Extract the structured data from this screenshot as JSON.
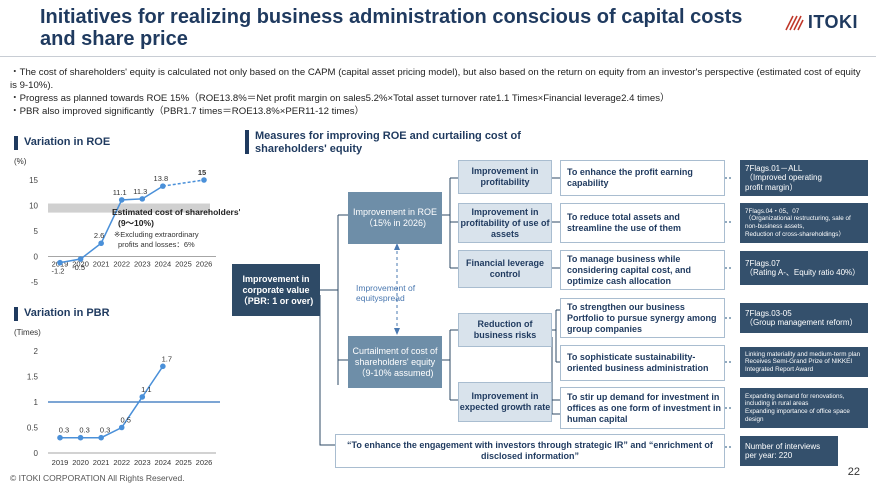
{
  "title": "Initiatives for realizing business administration conscious of capital costs and share price",
  "logo": {
    "text": "ITOKI"
  },
  "intro": [
    "・The cost of shareholders' equity is calculated not only based on the CAPM (capital asset pricing model), but also based on the return on equity from an investor's perspective (estimated cost of equity is 9-10%).",
    "・Progress as planned towards ROE 15%（ROE13.8%＝Net profit margin on sales5.2%×Total asset turnover rate1.1 Times×Financial leverage2.4 times）",
    "・PBR also improved significantly（PBR1.7 times＝ROE13.8%×PER11-12 times）"
  ],
  "roe_section": {
    "heading": "Variation in ROE",
    "unit": "(%)"
  },
  "pbr_section": {
    "heading": "Variation in PBR",
    "unit": "(Times)"
  },
  "measures_heading": "Measures for improving ROE and curtailing cost of shareholders' equity",
  "chart_data": [
    {
      "type": "line",
      "x": [
        "2019",
        "2020",
        "2021",
        "2022",
        "2023",
        "2024",
        "2025",
        "2026"
      ],
      "values": [
        -1.2,
        -0.5,
        2.6,
        11.1,
        11.3,
        13.8,
        null,
        15
      ],
      "labels": [
        "-1.2",
        "-0.5",
        "2.6",
        "11.1",
        "11.3",
        "13.8",
        "",
        "15"
      ],
      "ylim": [
        -5,
        15
      ],
      "yticks": [
        "15",
        "10",
        "5",
        "0",
        "-5"
      ],
      "band": [
        9,
        10
      ],
      "annotation": "Estimated cost of shareholders' equity",
      "annotation2": "(9～10%)",
      "note1": "※Excluding extraordinary",
      "note2": "profits and losses：6%",
      "grid": false
    },
    {
      "type": "line",
      "x": [
        "2019",
        "2020",
        "2021",
        "2022",
        "2023",
        "2024",
        "2025",
        "2026"
      ],
      "values": [
        0.3,
        0.3,
        0.3,
        0.5,
        1.1,
        1.7,
        null,
        null
      ],
      "labels": [
        "0.3",
        "0.3",
        "0.3",
        "0.5",
        "1.1",
        "1.7",
        "",
        ""
      ],
      "ylim": [
        0,
        2
      ],
      "yticks": [
        "2",
        "1.5",
        "1",
        "0.5",
        "0"
      ],
      "reference_line": 1,
      "grid": false
    }
  ],
  "diagram": {
    "root": "Improvement in corporate value（PBR: 1 or over)",
    "roe_box": "Improvement in ROE（15% in 2026)",
    "cost_box": "Curtailment of cost of shareholders' equity（9-10% assumed)",
    "spread_label": "Improvement of equityspread",
    "levers": {
      "profitability": "Improvement in profitability",
      "asset": "Improvement in profitability of use of assets",
      "leverage": "Financial leverage control",
      "risk": "Reduction of business risks",
      "growth": "Improvement in expected growth rate"
    },
    "actions": {
      "a1": "To enhance the profit earning capability",
      "a2": "To reduce total assets and streamline the use of them",
      "a3": "To manage business while considering capital cost, and optimize cash allocation",
      "a4": "To strengthen our business Portfolio to pursue synergy among group companies",
      "a5": "To sophisticate sustainability-oriented business administration",
      "a6": "To stir up demand for investment in offices as one form of investment in human capital"
    },
    "ir_box": "“To enhance the engagement with investors through strategic IR” and “enrichment of disclosed information”",
    "flags": {
      "f1a": "7Flags.01－ALL",
      "f1b": "（Improved operating",
      "f1c": "profit margin）",
      "f2a": "7Flags.04・05、07",
      "f2b": "（Organizational restructuring, sale of",
      "f2c": "non-business assets,",
      "f2d": "Reduction of cross-shareholdings）",
      "f3a": "7Flags.07",
      "f3b": "（Rating A-、Equity ratio 40%）",
      "f4a": "7Flags.03-05",
      "f4b": "（Group management reform）",
      "f5a": "Linking materiality and medium-term plan",
      "f5b": "Receives Semi-Grand Prize of NIKKEI",
      "f5c": "Integrated Report Award",
      "f6a": "Expanding demand for renovations,",
      "f6b": "including in rural areas",
      "f6c": "Expanding importance of office space",
      "f6d": "design",
      "f7a": "Number of interviews",
      "f7b": "per year: 220"
    }
  },
  "footer": {
    "copyright": "© ITOKI CORPORATION All Rights Reserved.",
    "page": "22"
  },
  "colors": {
    "navy": "#1f3a5f",
    "line": "#4a90d9",
    "band": "#d0d0d0"
  }
}
